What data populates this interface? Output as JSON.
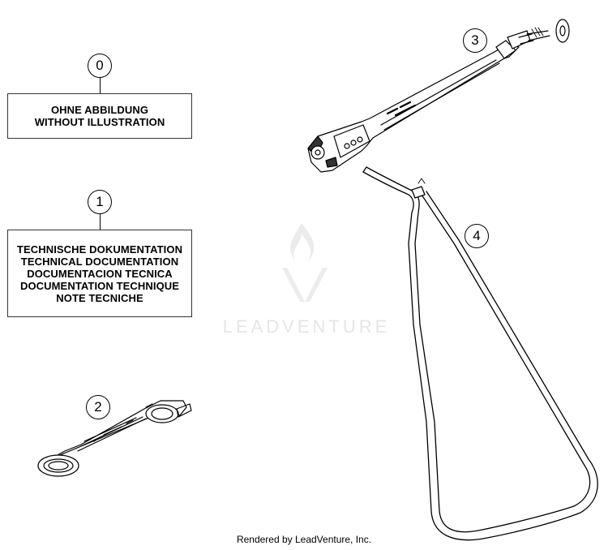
{
  "callouts": {
    "c0": "0",
    "c1": "1",
    "c2": "2",
    "c3": "3",
    "c4": "4"
  },
  "box0": {
    "lines": [
      "OHNE ABBILDUNG",
      "WITHOUT ILLUSTRATION"
    ]
  },
  "box1": {
    "lines": [
      "TECHNISCHE DOKUMENTATION",
      "TECHNICAL DOCUMENTATION",
      "DOCUMENTACION TECNICA",
      "DOCUMENTATION TECHNIQUE",
      "NOTE TECNICHE"
    ]
  },
  "watermark": {
    "text": "LEADVENTURE"
  },
  "footer": {
    "text": "Rendered by LeadVenture, Inc."
  }
}
